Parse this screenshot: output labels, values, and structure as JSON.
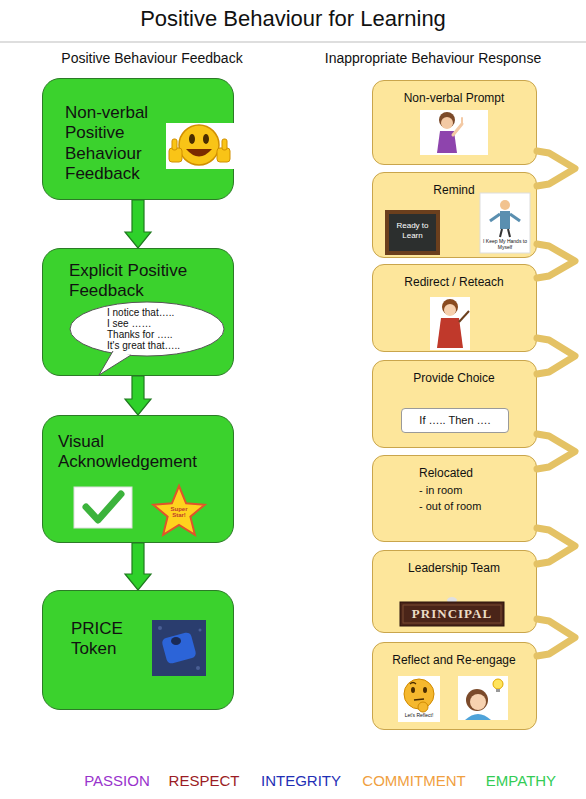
{
  "diagram": {
    "title": "Positive Behaviour for Learning",
    "nodes": [
      {
        "text": [
          "Non-verbal Positive Behaviour Feedback"
        ]
      },
      {
        "text": [
          "Explicit Positive Feedback"
        ]
      },
      {
        "text": [
          "I notice that…..",
          "I see ……",
          "Thanks for …..",
          "It's great that….."
        ],
        "in": 1
      },
      {
        "text": [
          "Visual Acknowledgement"
        ]
      },
      {
        "text": [
          "PRICE Token"
        ]
      },
      {
        "text": [
          "Non-verbal Prompt"
        ]
      },
      {
        "text": [
          "Remind"
        ]
      },
      {
        "text": [
          "Redirect / Reteach"
        ]
      },
      {
        "text": [
          "Provide Choice"
        ]
      },
      {
        "text": [
          "If ….. Then …."
        ],
        "in": 8
      },
      {
        "text": [
          "Relocated",
          "- in room",
          "- out of room"
        ]
      },
      {
        "text": [
          "Leadership Team"
        ]
      },
      {
        "text": [
          "Reflect and Re-engage"
        ]
      }
    ],
    "edges": [
      {
        "from": 0,
        "to": 1,
        "arrow": "to"
      },
      {
        "from": 1,
        "to": 3,
        "arrow": "to"
      },
      {
        "from": 3,
        "to": 4,
        "arrow": "to"
      },
      {
        "from": 5,
        "to": 6,
        "arrow": "none"
      },
      {
        "from": 6,
        "to": 7,
        "arrow": "none"
      },
      {
        "from": 7,
        "to": 8,
        "arrow": "none"
      },
      {
        "from": 8,
        "to": 10,
        "arrow": "none"
      },
      {
        "from": 10,
        "to": 11,
        "arrow": "none"
      },
      {
        "from": 11,
        "to": 12,
        "arrow": "none"
      }
    ],
    "labels": [
      "Positive Behaviour Feedback",
      "Inappropriate Behaviour Response",
      "Super Star!",
      "Ready to Learn",
      "I Keep My Hands to Myself",
      "PRINCIPAL",
      "Let's Reflect!",
      "PASSION",
      "RESPECT",
      "INTEGRITY",
      "COMMITMENT",
      "EMPATHY"
    ]
  }
}
